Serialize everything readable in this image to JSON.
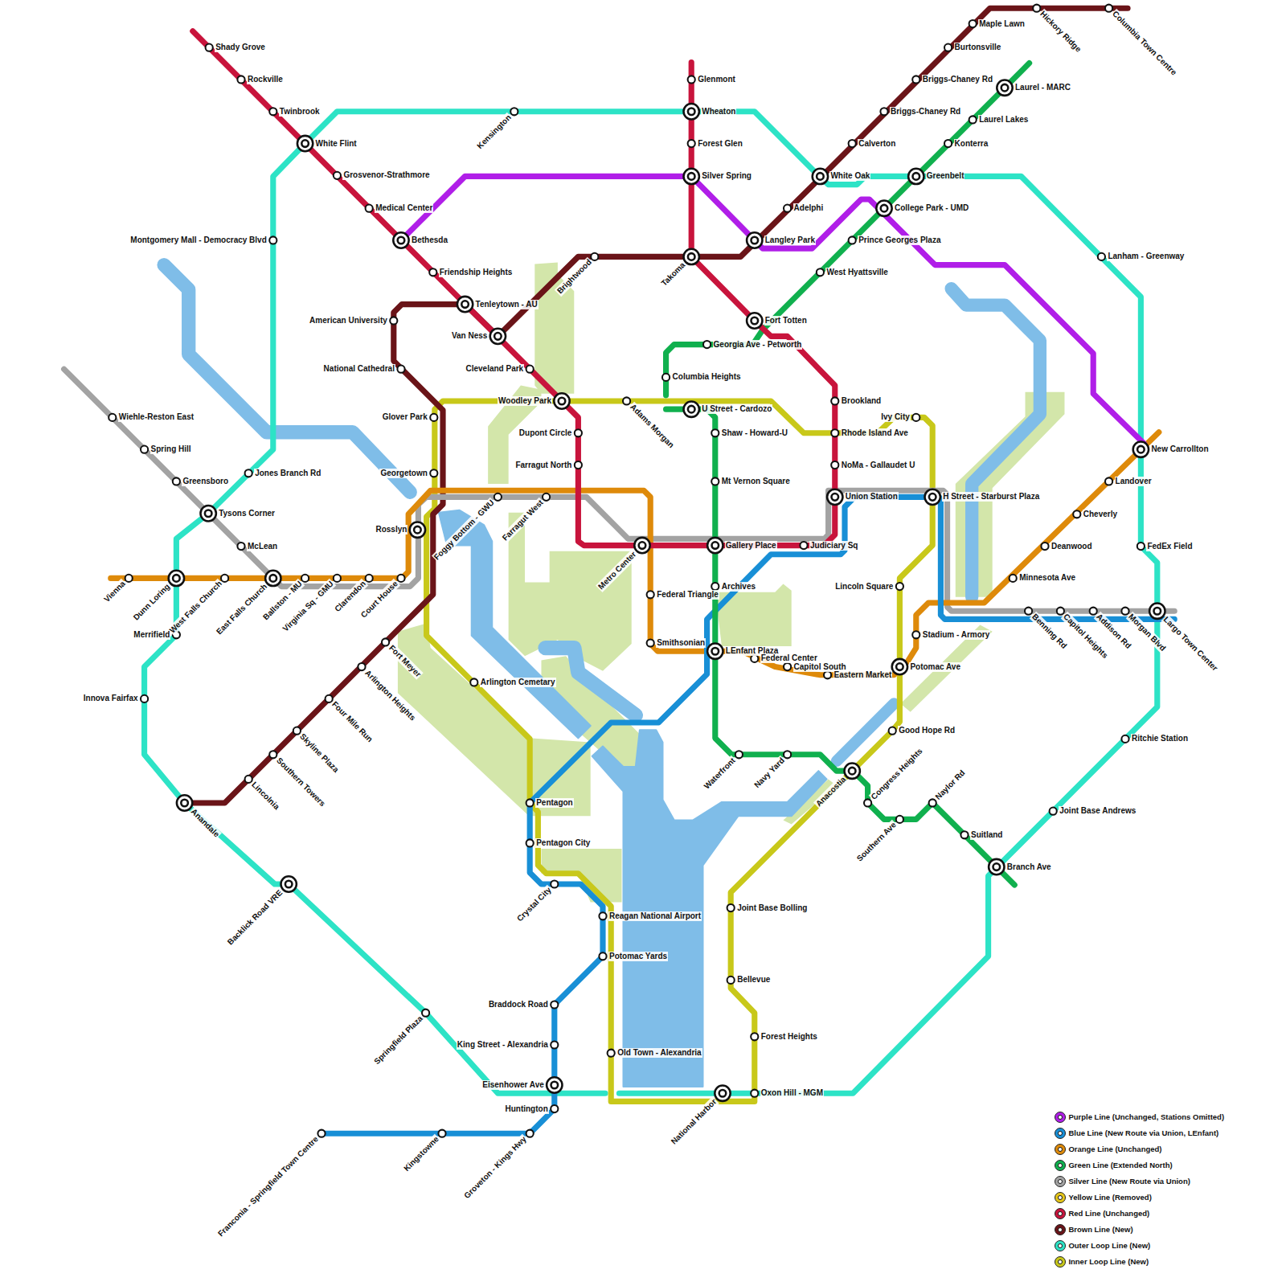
{
  "diagram": {
    "labels": [
      "Shady Grove",
      "Rockville",
      "Twinbrook",
      "White Flint",
      "Grosvenor-Strathmore",
      "Medical Center",
      "Bethesda",
      "Friendship Heights",
      "Tenleytown - AU",
      "Van Ness",
      "Cleveland Park",
      "Woodley Park",
      "Dupont Circle",
      "Farragut North",
      "Metro Center",
      "Gallery Place",
      "Judiciary Sq",
      "Union Station",
      "NoMa - Gallaudet U",
      "Rhode Island Ave",
      "Brookland",
      "Fort Totten",
      "Takoma",
      "Silver Spring",
      "Forest Glen",
      "Wheaton",
      "Glenmont",
      "Columbia Town Centre",
      "Hickory Ridge",
      "Maple Lawn",
      "Burtonsville",
      "Briggs-Chaney Rd",
      "Briggs-Chaney Rd",
      "Calverton",
      "White Oak",
      "Adelphi",
      "Langley Park",
      "Brightwood",
      "American University",
      "National Cathedral",
      "Fort Meyer",
      "Arlington Heights",
      "Four Mile Run",
      "Skyline Plaza",
      "Southern Towers",
      "Lincolnia",
      "Anandale",
      "Wiehle-Reston East",
      "Spring Hill",
      "Greensboro",
      "Tysons Corner",
      "McLean",
      "Rosslyn",
      "Foggy Bottom - GWU",
      "Farragut West",
      "H Street - Starburst Plaza",
      "Benning Rd",
      "Capitol Heights",
      "Addison Rd",
      "Morgan Blvd",
      "Largo Town Center",
      "Vienna",
      "Dunn Loring",
      "West Falls Church",
      "East Falls Church",
      "Ballston - MU",
      "Virginia Sq - GMU",
      "Clarendon",
      "Court House",
      "Federal Triangle",
      "Smithsonian",
      "LEnfant Plaza",
      "Federal Center",
      "Capitol South",
      "Eastern Market",
      "Potomac Ave",
      "Stadium - Armory",
      "Minnesota Ave",
      "Deanwood",
      "Cheverly",
      "Landover",
      "New Carrollton",
      "Franconia - Springfield Town Centre",
      "Kingstowne",
      "Groveton - Kings Hwy",
      "Huntington",
      "Eisenhower Ave",
      "King Street - Alexandria",
      "Braddock Road",
      "Potomac Yards",
      "Reagan National Airport",
      "Crystal City",
      "Pentagon City",
      "Pentagon",
      "Arlington Cemetary",
      "Old Town - Alexandria",
      "Laurel - MARC",
      "Laurel Lakes",
      "Konterra",
      "Greenbelt",
      "College Park - UMD",
      "Prince Georges Plaza",
      "West Hyattsville",
      "Georgia Ave - Petworth",
      "Columbia Heights",
      "U Street - Cardozo",
      "Shaw - Howard-U",
      "Mt Vernon Square",
      "Archives",
      "Waterfront",
      "Navy Yard",
      "Anacostia",
      "Congress Heights",
      "Southern Ave",
      "Naylor Rd",
      "Suitland",
      "Branch Ave",
      "Kensington",
      "Lanham - Greenway",
      "FedEx Field",
      "Ritchie Station",
      "Joint Base Andrews",
      "Oxon Hill - MGM",
      "National Harbor",
      "Springfield Plaza",
      "Backlick Road VRE",
      "Innova Fairfax",
      "Merrifield",
      "Jones Branch Rd",
      "Montgomery Mall - Democracy Blvd",
      "Glover Park",
      "Georgetown",
      "Adams Morgan",
      "Ivy City",
      "Lincoln Square",
      "Good Hope Rd",
      "Joint Base Bolling",
      "Bellevue",
      "Forest Heights"
    ],
    "legend": [
      {
        "text": "Purple Line (Unchanged, Stations Omitted)",
        "color": "#b01ee8"
      },
      {
        "text": "Blue Line (New Route via Union, LEnfant)",
        "color": "#188fd6"
      },
      {
        "text": "Orange Line (Unchanged)",
        "color": "#de8a0a"
      },
      {
        "text": "Green Line (Extended North)",
        "color": "#10b04e"
      },
      {
        "text": "Silver Line (New Route via Union)",
        "color": "#a3a3a3"
      },
      {
        "text": "Yellow Line (Removed)",
        "color": "#e6c619"
      },
      {
        "text": "Red Line (Unchanged)",
        "color": "#c8143c"
      },
      {
        "text": "Brown Line (New)",
        "color": "#6a1418"
      },
      {
        "text": "Outer Loop Line (New)",
        "color": "#2de3c6"
      },
      {
        "text": "Inner Loop Line (New)",
        "color": "#c8c81a"
      }
    ]
  }
}
